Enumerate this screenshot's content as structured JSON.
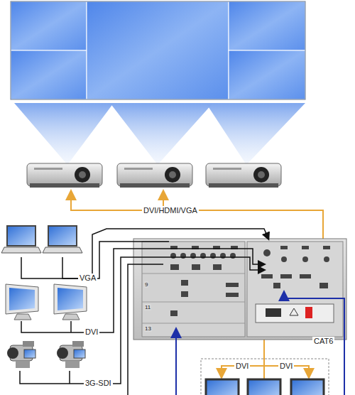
{
  "diagram": {
    "labels": [
      "DVI/HDMI/VGA",
      "VGA",
      "DVI",
      "3G-SDI",
      "CAT6",
      "DVI",
      "DVI",
      "9",
      "11",
      "13"
    ]
  }
}
